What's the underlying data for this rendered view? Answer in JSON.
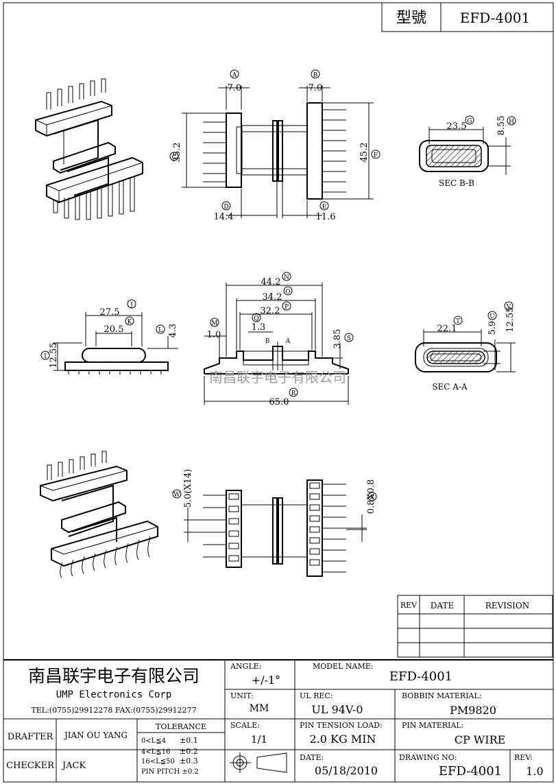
{
  "title_block": {
    "model_label": "型號",
    "model_value": "EFD-4001"
  },
  "dims": {
    "a": "7.0",
    "b": "7.0",
    "c": "35.2",
    "d": "14.4",
    "e": "11.6",
    "f": "45.2",
    "g": "23.5",
    "h": "8.55",
    "sec_bb": "SEC B-B",
    "n": "44.2",
    "o": "34.2",
    "p": "32.2",
    "q": "1.3",
    "m": "1.0",
    "s": "3.85",
    "r": "65.0",
    "b_mark": "B",
    "a_mark": "A",
    "j": "27.5",
    "k": "20.5",
    "l": "4.3",
    "i": "12.55",
    "t": "22.1",
    "u": "5.9",
    "v": "12.55",
    "sec_aa": "SEC A-A",
    "w": "5.0(X14)",
    "x": "0.8X0.8"
  },
  "circles": {
    "a": "A",
    "b": "B",
    "c": "C",
    "d": "D",
    "e": "E",
    "f": "F",
    "g": "G",
    "h": "H",
    "i": "I",
    "j": "J",
    "k": "K",
    "l": "L",
    "m": "M",
    "n": "N",
    "o": "O",
    "p": "P",
    "q": "Q",
    "r": "R",
    "s": "S",
    "t": "T",
    "u": "U",
    "v": "V",
    "w": "W",
    "x": "X"
  },
  "watermark": "南昌联宇电子有限公司",
  "revision": {
    "rev": "REV",
    "date": "DATE",
    "revision": "REVISION"
  },
  "company": {
    "name_cn": "南昌联宇电子有限公司",
    "name_en": "UMP  Electronics  Corp",
    "contact": "TEL:(0755)29912278 FAX:(0755)29912277"
  },
  "fields": {
    "angle_label": "ANGLE:",
    "angle_value": "+/-1°",
    "model_name_label": "MODEL NAME:",
    "model_name_value": "EFD-4001",
    "unit_label": "UNIT:",
    "unit_value": "MM",
    "ul_label": "UL REC:",
    "ul_value": "UL 94V-0",
    "bobbin_label": "BOBBIN MATERIAL:",
    "bobbin_value": "PM9820",
    "scale_label": "SCALE:",
    "scale_value": "1/1",
    "pin_tension_label": "PIN TENSION LOAD:",
    "pin_tension_value": "2.0  KG MIN",
    "pin_material_label": "PIN MATERIAL:",
    "pin_material_value": "CP  WIRE",
    "date_label": "DATE:",
    "date_value": "05/18/2010",
    "drawing_no_label": "DRAWING NO:",
    "drawing_no_value": "EFD-4001",
    "rev_label": "REV:",
    "rev_value": "1.0",
    "drafter_label": "DRAFTER",
    "drafter_value": "JIAN OU YANG",
    "checker_label": "CHECKER",
    "checker_value": "JACK"
  },
  "tolerance": {
    "title": "TOLERANCE",
    "rows": [
      {
        "range": "0<L≦4",
        "tol": "±0.1"
      },
      {
        "range": "4<L≦16",
        "tol": "±0.2"
      },
      {
        "range": "16<L≦50",
        "tol": "±0.3"
      }
    ],
    "pitch": "PIN PITCH ±0.2"
  }
}
